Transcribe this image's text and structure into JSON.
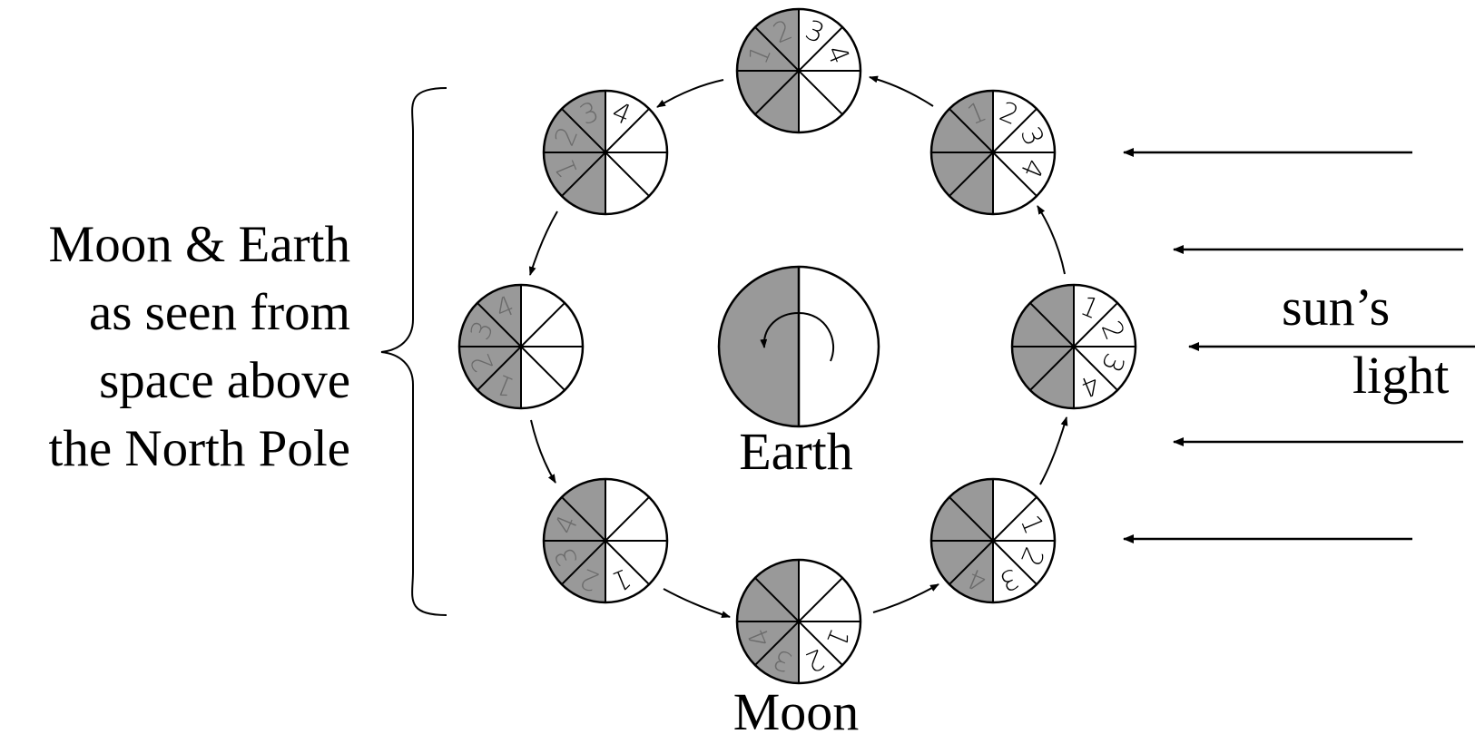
{
  "side_label": {
    "lines": [
      "Moon & Earth",
      "as seen from",
      "space above",
      "the North Pole"
    ]
  },
  "earth_label": "Earth",
  "moon_label": "Moon",
  "sun_label": {
    "line1": "sun’s",
    "line2": "light"
  },
  "sector_numbers": [
    "1",
    "2",
    "3",
    "4"
  ],
  "colors": {
    "dark_side": "#999999",
    "light_side": "#ffffff",
    "outline": "#000000",
    "dark_digit": "#6b6b6b",
    "light_digit": "#000000"
  }
}
